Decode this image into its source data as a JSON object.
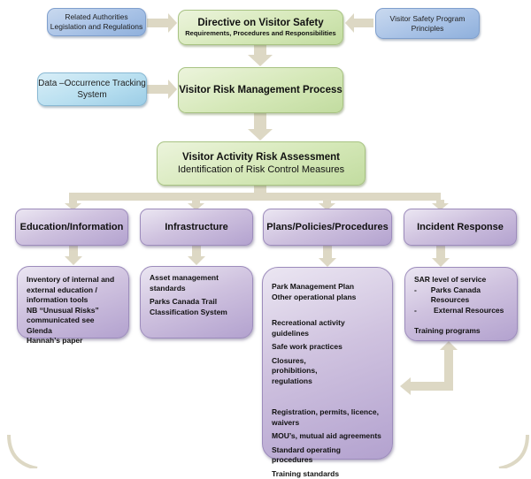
{
  "top_row": {
    "left_input": {
      "line1": "Related Authorities",
      "line2": "Legislation and Regulations"
    },
    "directive": {
      "title": "Directive on Visitor Safety",
      "subtitle": "Requirements, Procedures and Responsibilities"
    },
    "right_input": {
      "line1": "Visitor Safety Program",
      "line2": "Principles"
    }
  },
  "second_row": {
    "data_input": {
      "line1": "Data –Occurrence Tracking",
      "line2": "System"
    },
    "process": {
      "title": "Visitor Risk Management Process"
    }
  },
  "assessment": {
    "title": "Visitor Activity Risk Assessment",
    "subtitle": "Identification of Risk Control Measures"
  },
  "categories": [
    {
      "label": "Education/Information"
    },
    {
      "label": "Infrastructure"
    },
    {
      "label": "Plans/Policies/Procedures"
    },
    {
      "label": "Incident Response"
    }
  ],
  "details": {
    "education": {
      "lines": [
        "Inventory of internal and",
        "external education /",
        "information tools",
        "NB “Unusual Risks”",
        "communicated see Glenda",
        "Hannah’s paper"
      ]
    },
    "infrastructure": {
      "items": [
        "Asset management standards",
        "Parks Canada Trail Classification System"
      ]
    },
    "plans": {
      "group1": [
        "Park Management Plan",
        "Other operational plans"
      ],
      "group2": [
        "Recreational activity guidelines",
        "Safe work practices",
        "Closures, prohibitions, regulations"
      ],
      "group3": [
        "Registration, permits, licence, waivers",
        "MOU’s, mutual aid agreements",
        "Standard operating procedures",
        "Training standards"
      ]
    },
    "incident": {
      "title": "SAR level of service",
      "sub_items": [
        {
          "dash": "-",
          "text": "Parks Canada Resources"
        },
        {
          "dash": "-",
          "text": "External Resources"
        }
      ],
      "extra": "Training programs"
    }
  },
  "colors": {
    "arrow": "#ddd8c4",
    "blue_box": "#a8c2e6",
    "cyan_box": "#b8dff0",
    "green_box": "#d5e8b8",
    "purple_box": "#cfc2df"
  }
}
